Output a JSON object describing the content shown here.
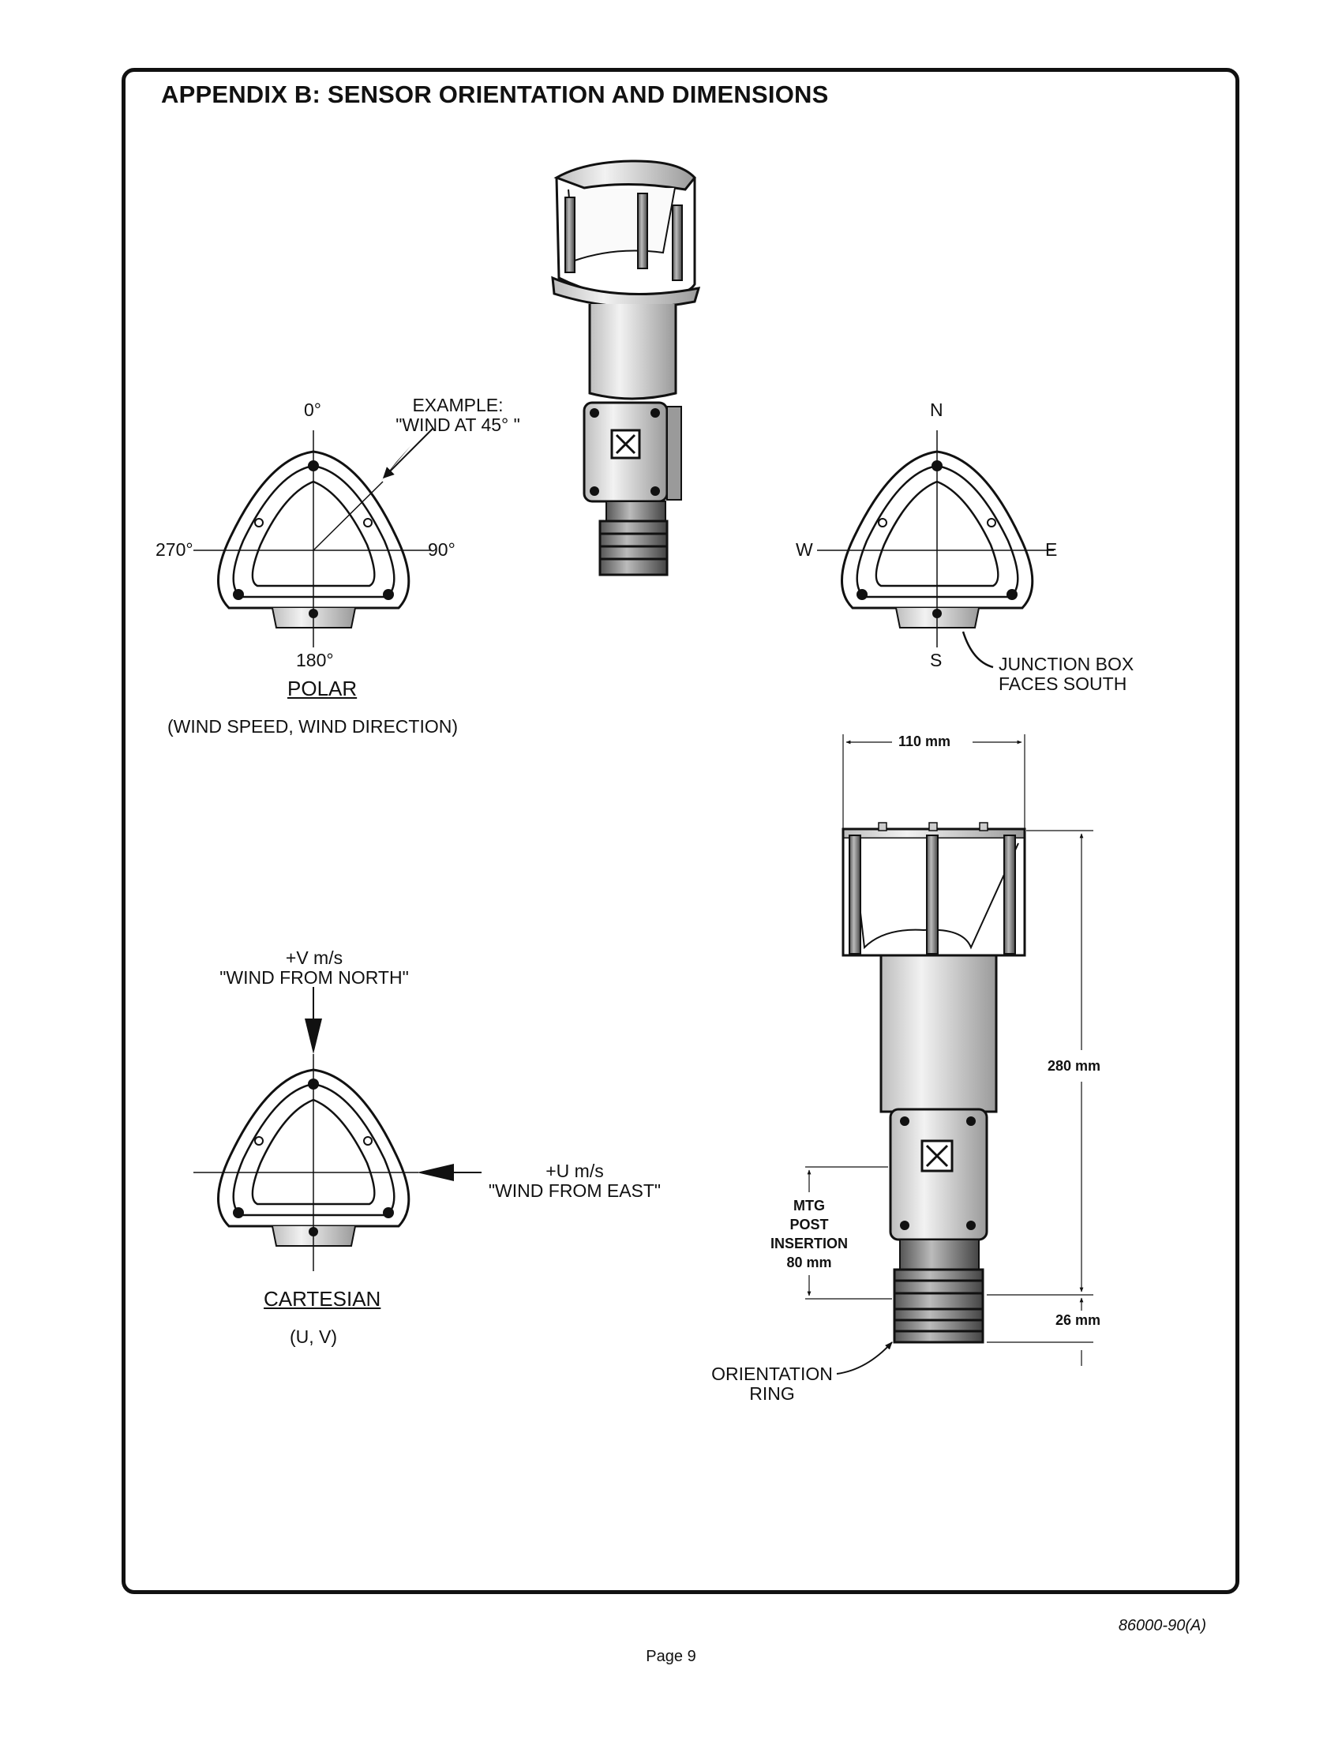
{
  "title": "APPENDIX  B:  SENSOR ORIENTATION AND DIMENSIONS",
  "polar": {
    "label_0": "0°",
    "label_90": "90°",
    "label_180": "180°",
    "label_270": "270°",
    "example_line1": "EXAMPLE:",
    "example_line2": "\"WIND AT 45° \"",
    "name": "POLAR",
    "caption": "(WIND SPEED, WIND DIRECTION)"
  },
  "compass": {
    "n": "N",
    "e": "E",
    "s": "S",
    "w": "W",
    "junction_line1": "JUNCTION BOX",
    "junction_line2": "FACES SOUTH"
  },
  "cartesian": {
    "v_line1": "+V m/s",
    "v_line2": "\"WIND FROM NORTH\"",
    "u_line1": "+U m/s",
    "u_line2": "\"WIND FROM EAST\"",
    "name": "CARTESIAN",
    "caption": "(U, V)"
  },
  "dimensions": {
    "width": "110 mm",
    "height": "280 mm",
    "ring": "26 mm",
    "mtg_line1": "MTG",
    "mtg_line2": "POST",
    "mtg_line3": "INSERTION",
    "mtg_line4": "80 mm",
    "orientation_line1": "ORIENTATION",
    "orientation_line2": "RING"
  },
  "footer": {
    "doc_number": "86000-90(A)",
    "page": "Page 9"
  }
}
